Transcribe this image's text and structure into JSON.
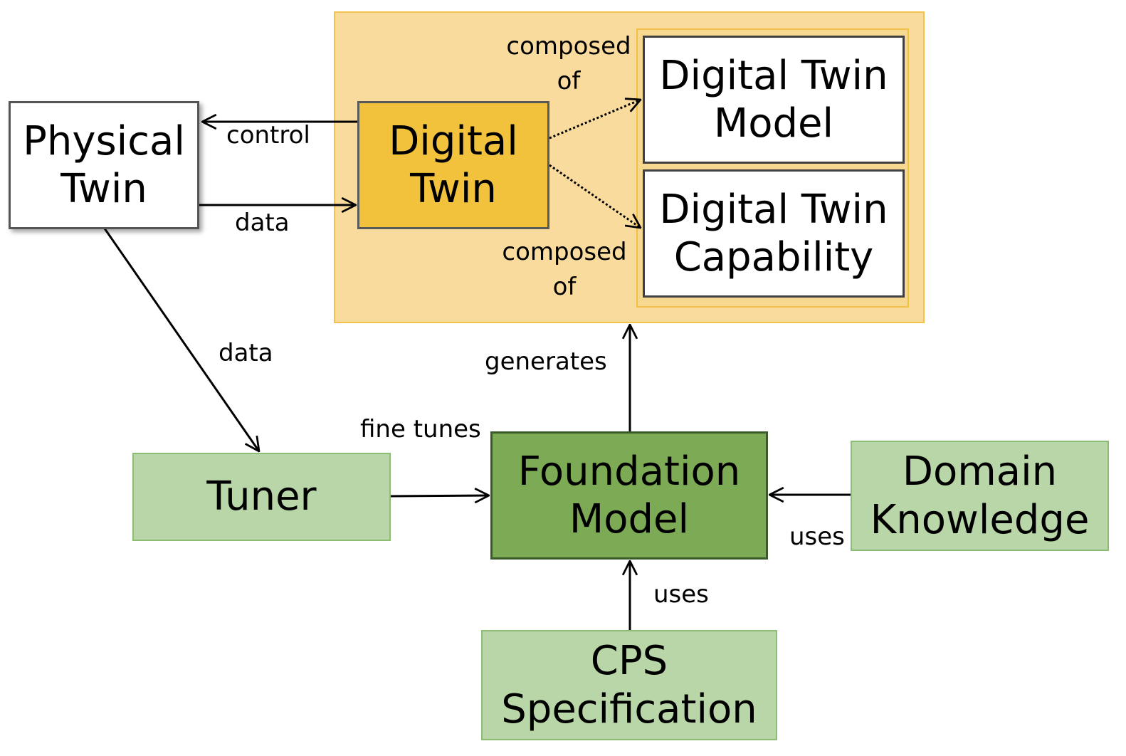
{
  "nodes": {
    "physical_twin": [
      "Physical",
      "Twin"
    ],
    "digital_twin": [
      "Digital",
      "Twin"
    ],
    "dt_model": [
      "Digital Twin",
      "Model"
    ],
    "dt_capability": [
      "Digital Twin",
      "Capability"
    ],
    "tuner": [
      "Tuner"
    ],
    "foundation_model": [
      "Foundation",
      "Model"
    ],
    "domain_knowledge": [
      "Domain",
      "Knowledge"
    ],
    "cps_spec": [
      "CPS",
      "Specification"
    ]
  },
  "edge_labels": {
    "control": "control",
    "data_to_dt": "data",
    "data_to_tuner": "data",
    "composed_of_model": [
      "composed",
      "of"
    ],
    "composed_of_capability": [
      "composed",
      "of"
    ],
    "generates": "generates",
    "fine_tunes": "fine tunes",
    "uses_domain": "uses",
    "uses_cps": "uses"
  },
  "colors": {
    "digital_region": "#f9dc9d",
    "digital_twin": "#f2c23d",
    "foundation_model": "#7daa55",
    "light_green": "#b8d6a7"
  }
}
